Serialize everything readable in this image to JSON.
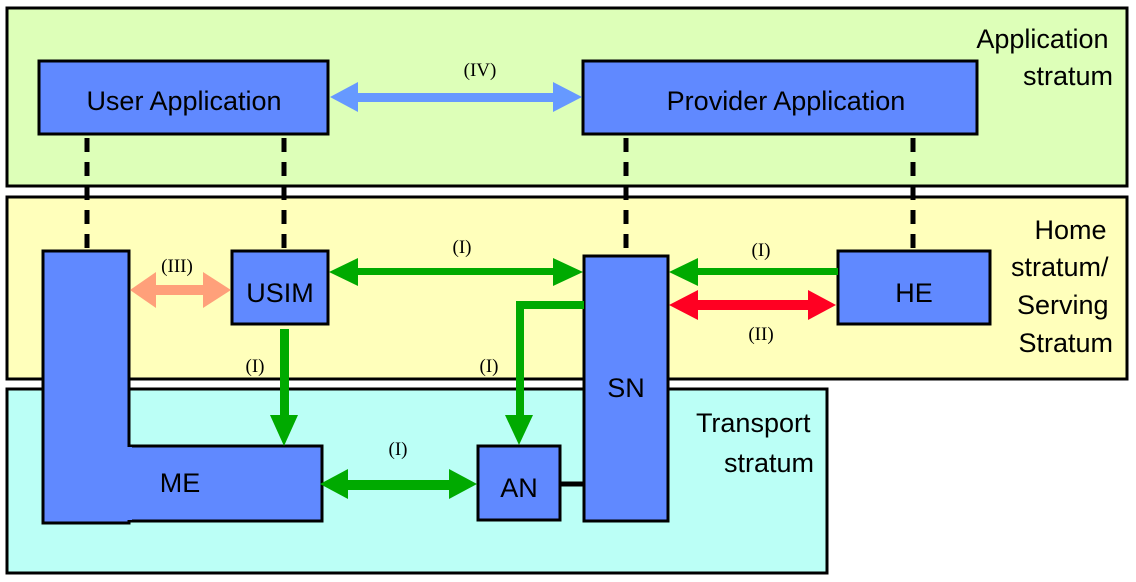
{
  "colors": {
    "application_stratum": "#DDFFB8",
    "home_serving_stratum": "#FFFFBB",
    "transport_stratum": "#BBFFF6",
    "entity_box": "#6089FF",
    "link_I": "#00AA00",
    "link_II": "#FF0022",
    "link_III": "#FFA07A",
    "link_IV": "#6699FF",
    "border": "#000000"
  },
  "strata": {
    "application": [
      "Application",
      "stratum"
    ],
    "home_serving": [
      "Home",
      "stratum/",
      "Serving",
      "Stratum"
    ],
    "transport": [
      "Transport",
      "stratum"
    ]
  },
  "entities": {
    "user_application": "User Application",
    "provider_application": "Provider Application",
    "usim": "USIM",
    "he": "HE",
    "sn": "SN",
    "me": "ME",
    "an": "AN",
    "terminal": ""
  },
  "links": {
    "user_provider": "(IV)",
    "terminal_usim": "(III)",
    "usim_sn": "(I)",
    "he_sn": "(I)",
    "sn_he_security": "(II)",
    "usim_me": "(I)",
    "sn_an": "(I)",
    "me_an": "(I)"
  }
}
